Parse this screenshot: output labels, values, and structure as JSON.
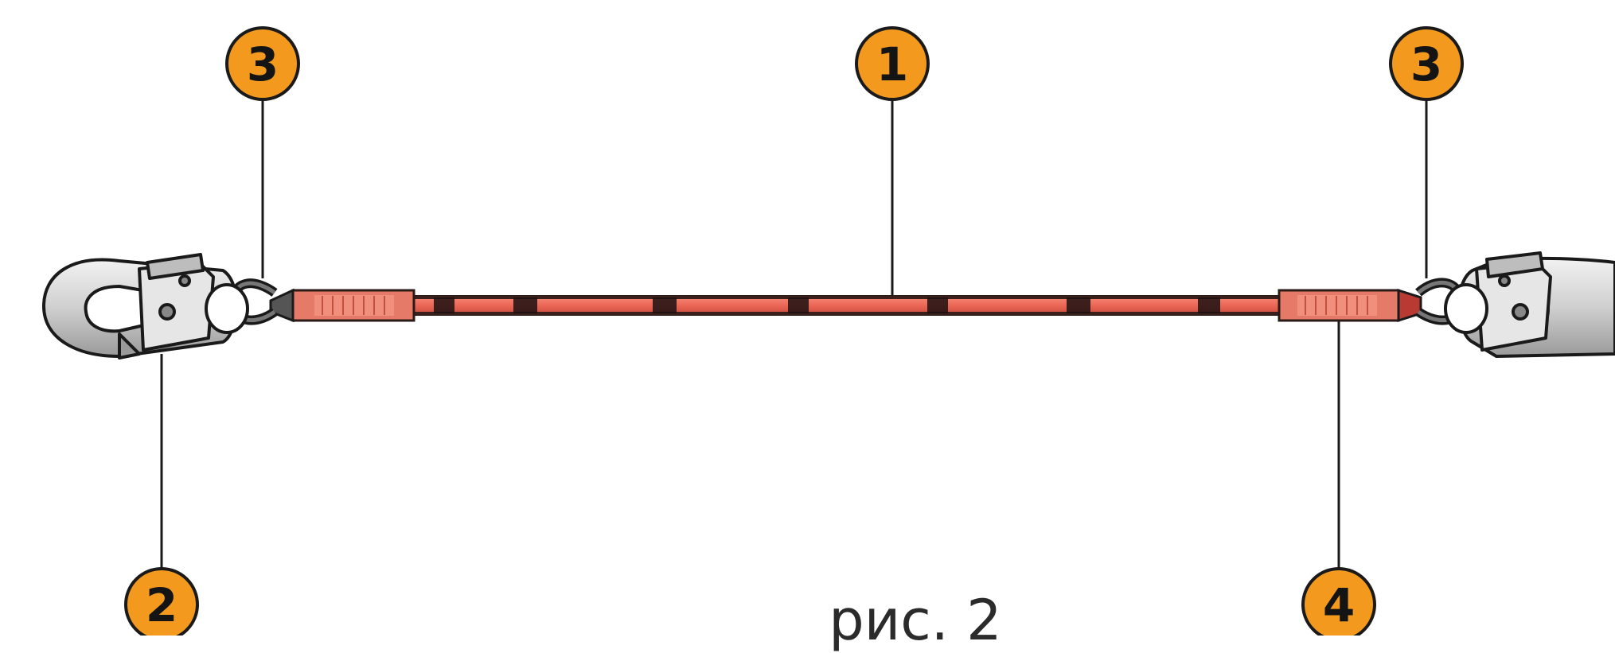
{
  "callouts": [
    {
      "label": "1"
    },
    {
      "label": "2"
    },
    {
      "label": "3"
    },
    {
      "label": "3"
    },
    {
      "label": "4"
    }
  ],
  "caption": "рис. 2",
  "colors": {
    "callout_fill": "#f39a1e",
    "callout_stroke": "#1a1a1a",
    "strap": "#f0705f",
    "strap_dark": "#1c1010",
    "sleeve": "#e8735f",
    "hook_metal": "#d8d8d8",
    "hook_shadow": "#8a8a8a"
  }
}
